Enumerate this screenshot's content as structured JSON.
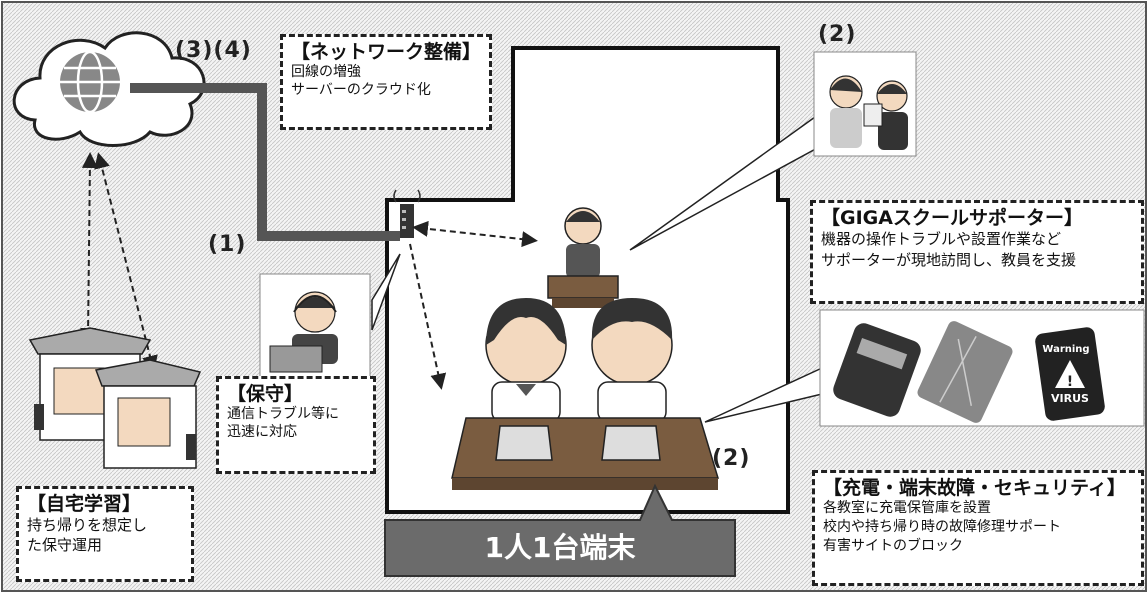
{
  "labels": {
    "l34": "(3)(4)",
    "l2_top": "(2)",
    "l1": "(1)",
    "l2_mid": "(2)"
  },
  "network": {
    "title": "【ネットワーク整備】",
    "lines": [
      "回線の増強",
      "サーバーのクラウド化"
    ]
  },
  "giga": {
    "title": "【GIGAスクールサポーター】",
    "lines": [
      "機器の操作トラブルや設置作業など",
      "サポーターが現地訪問し、教員を支援"
    ]
  },
  "hoshu": {
    "title": "【保守】",
    "lines": [
      "通信トラブル等に",
      "迅速に対応"
    ]
  },
  "jitaku": {
    "title": "【自宅学習】",
    "lines": [
      "持ち帰りを想定し",
      "た保守運用"
    ]
  },
  "juden": {
    "title": "【充電・端末故障・セキュリティ】",
    "lines": [
      "各教室に充電保管庫を設置",
      "校内や持ち帰り時の故障修理サポート",
      "有害サイトのブロック"
    ]
  },
  "banner": "1人1台端末",
  "device_icons": {
    "warning_text": "Warning",
    "virus_text": "VIRUS"
  },
  "colors": {
    "banner": "#6b6b6b",
    "line": "#555555",
    "dash": "#222222"
  }
}
